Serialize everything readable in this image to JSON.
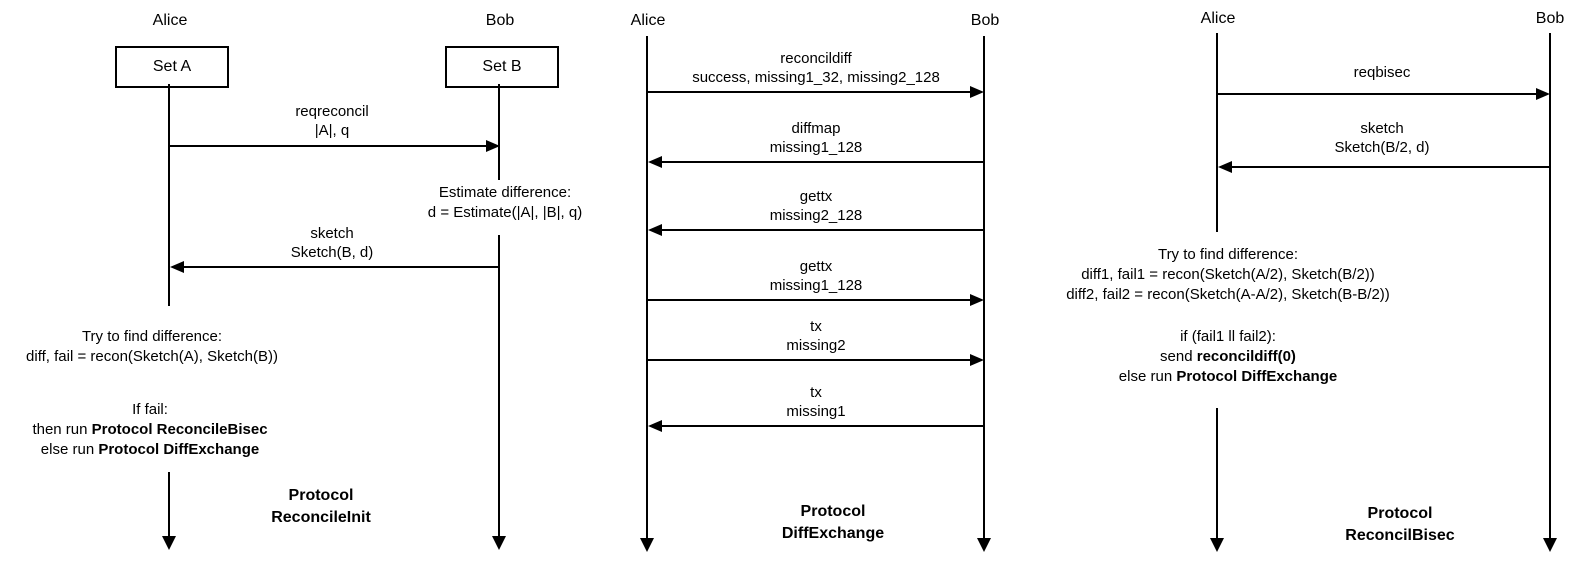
{
  "colors": {
    "ink": "#000000",
    "background": "#ffffff"
  },
  "diagrams": [
    {
      "protocol_label": {
        "line1": "Protocol",
        "line2": "ReconcileInit"
      },
      "actors": [
        {
          "name": "Alice",
          "box": "Set A"
        },
        {
          "name": "Bob",
          "box": "Set B"
        }
      ],
      "messages": [
        {
          "title": "reqreconcil",
          "params": "|A|, q",
          "from": "Alice",
          "to": "Bob"
        },
        {
          "title": "sketch",
          "params": "Sketch(B, d)",
          "from": "Bob",
          "to": "Alice"
        }
      ],
      "notes": {
        "estimate": {
          "line1": "Estimate difference:",
          "line2": "d = Estimate(|A|, |B|, q)"
        },
        "try": {
          "line1": "Try to find difference:",
          "line2": "diff, fail = recon(Sketch(A), Sketch(B))"
        },
        "branch": {
          "line1": "If fail:",
          "line2_prefix": "then run ",
          "line2_bold": "Protocol ReconcileBisec",
          "line3_prefix": "else run ",
          "line3_bold": "Protocol DiffExchange"
        }
      }
    },
    {
      "protocol_label": {
        "line1": "Protocol",
        "line2": "DiffExchange"
      },
      "actors": [
        {
          "name": "Alice"
        },
        {
          "name": "Bob"
        }
      ],
      "messages": [
        {
          "title": "reconcildiff",
          "params": "success, missing1_32, missing2_128",
          "from": "Alice",
          "to": "Bob"
        },
        {
          "title": "diffmap",
          "params": "missing1_128",
          "from": "Bob",
          "to": "Alice"
        },
        {
          "title": "gettx",
          "params": "missing2_128",
          "from": "Bob",
          "to": "Alice"
        },
        {
          "title": "gettx",
          "params": "missing1_128",
          "from": "Alice",
          "to": "Bob"
        },
        {
          "title": "tx",
          "params": "missing2",
          "from": "Alice",
          "to": "Bob"
        },
        {
          "title": "tx",
          "params": "missing1",
          "from": "Bob",
          "to": "Alice"
        }
      ]
    },
    {
      "protocol_label": {
        "line1": "Protocol",
        "line2": "ReconcilBisec"
      },
      "actors": [
        {
          "name": "Alice"
        },
        {
          "name": "Bob"
        }
      ],
      "messages": [
        {
          "title": "reqbisec",
          "params": "",
          "from": "Alice",
          "to": "Bob"
        },
        {
          "title": "sketch",
          "params": "Sketch(B/2, d)",
          "from": "Bob",
          "to": "Alice"
        }
      ],
      "notes": {
        "try": {
          "line1": "Try to find difference:",
          "line2": "diff1, fail1 = recon(Sketch(A/2), Sketch(B/2))",
          "line3": "diff2, fail2 = recon(Sketch(A-A/2), Sketch(B-B/2))"
        },
        "branch": {
          "line1": "if (fail1 ll fail2):",
          "line2_prefix": "send ",
          "line2_bold": "reconcildiff(0)",
          "line3_prefix": "else run ",
          "line3_bold": "Protocol DiffExchange"
        }
      }
    }
  ]
}
